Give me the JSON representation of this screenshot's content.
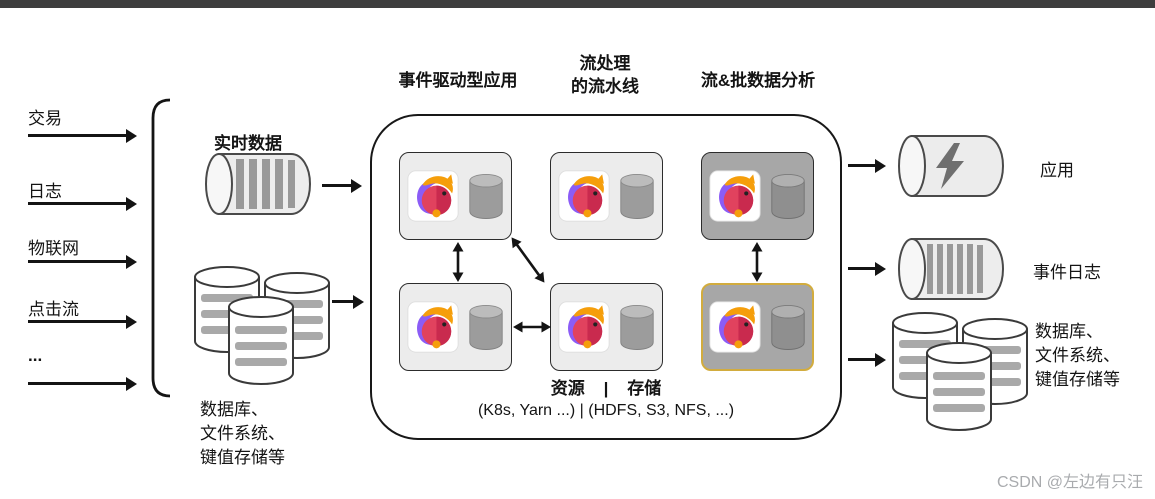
{
  "watermark": "CSDN @左边有只汪",
  "sources": {
    "items": [
      {
        "label": "交易"
      },
      {
        "label": "日志"
      },
      {
        "label": "物联网"
      },
      {
        "label": "点击流"
      },
      {
        "label": "..."
      }
    ]
  },
  "ingest": {
    "realtime_label": "实时数据",
    "storage_label": "数据库、\n文件系统、\n键值存储等"
  },
  "cluster": {
    "headers": [
      {
        "label": "事件驱动型应用"
      },
      {
        "label": "流处理\n的流水线"
      },
      {
        "label": "流&批数据分析"
      }
    ],
    "footer_line1": "资源    |    存储",
    "footer_line2": "(K8s, Yarn ...) | (HDFS, S3, NFS, ...)"
  },
  "outputs": {
    "items": [
      {
        "label": "应用"
      },
      {
        "label": "事件日志"
      },
      {
        "label": "数据库、\n文件系统、\n键值存储等"
      }
    ]
  },
  "icons": {
    "realtime_source": "striped-cylinder",
    "left_storage": "database-stack",
    "processor": "flink-squirrel",
    "processor_state": "gray-cylinder",
    "app_output": "lightning-cylinder",
    "event_log_output": "striped-cylinder",
    "right_storage": "database-stack"
  },
  "colors": {
    "light_box_bg": "#ececec",
    "dark_box_bg": "#a7a7a7",
    "selected_box_border": "#d2ac3e",
    "arrow": "#141414"
  }
}
